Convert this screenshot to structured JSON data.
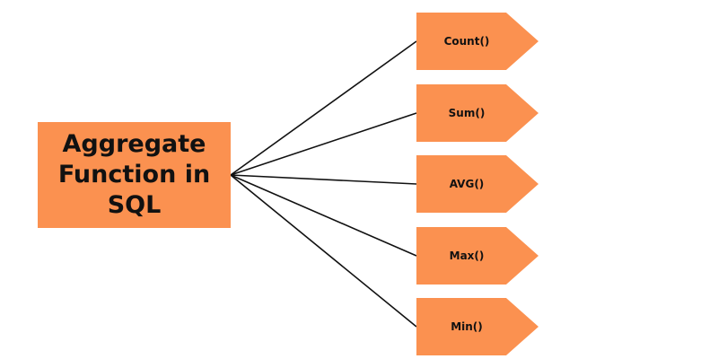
{
  "diagram": {
    "root": {
      "label": "Aggregate\nFunction in\nSQL"
    },
    "functions": [
      {
        "label": "Count()"
      },
      {
        "label": "Sum()"
      },
      {
        "label": "AVG()"
      },
      {
        "label": "Max()"
      },
      {
        "label": "Min()"
      }
    ]
  },
  "colors": {
    "box_fill": "#fb9150",
    "text": "#111111",
    "connector": "#111111",
    "background": "#ffffff"
  }
}
